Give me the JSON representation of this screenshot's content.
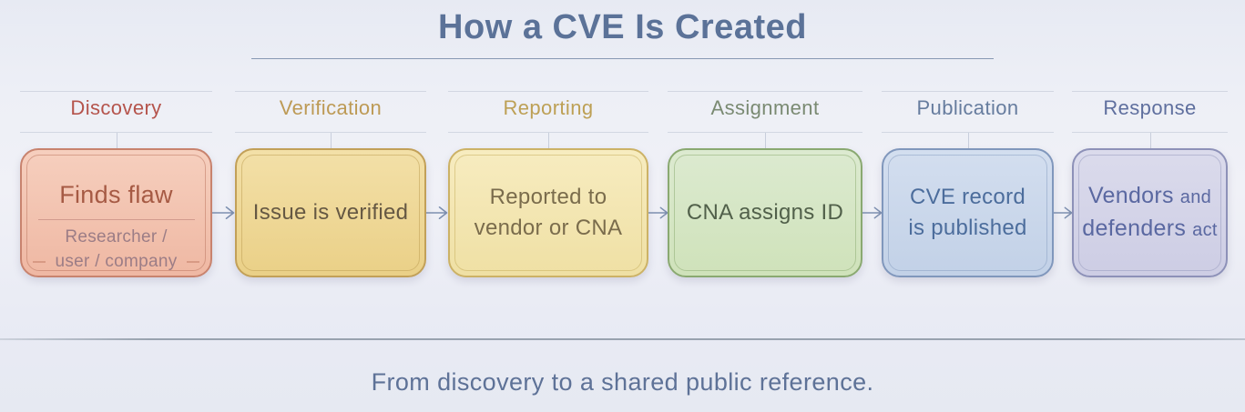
{
  "title": "How a CVE Is Created",
  "caption": "From discovery to a shared public reference.",
  "palette": {
    "background": "#ebeef5",
    "title_text": "#5b7298",
    "title_underline": "#7589a8",
    "caption_text": "#5e7297",
    "arrow": "#7d90b0",
    "divider": "#9aa4b0"
  },
  "stages": [
    {
      "label": "Discovery",
      "line1": "Finds flaw",
      "sub_line1": "Researcher /",
      "sub_line2": "user / company",
      "colors": {
        "label": "#b5544c",
        "fill1": "#f6cfbe",
        "fill2": "#efb8a3",
        "border": "#c8836e",
        "inner": "#bd7a64",
        "text": "#a65a44",
        "sub": "#9c7d86",
        "divider": "#c99184"
      }
    },
    {
      "label": "Verification",
      "line1": "Issue is verified",
      "colors": {
        "label": "#bd9a55",
        "fill1": "#f3e0a8",
        "fill2": "#ead087",
        "border": "#c2a058",
        "inner": "#bfa055",
        "text": "#655843"
      }
    },
    {
      "label": "Reporting",
      "line1": "Reported to",
      "line2": "vendor or CNA",
      "colors": {
        "label": "#bda055",
        "fill1": "#f7ecc0",
        "fill2": "#efe0a4",
        "border": "#ccb266",
        "inner": "#c9b061",
        "text": "#7a6c4c"
      }
    },
    {
      "label": "Assignment",
      "line1": "CNA assigns ID",
      "colors": {
        "label": "#7a8a72",
        "fill1": "#dcead0",
        "fill2": "#cfe2ba",
        "border": "#8aa971",
        "inner": "#8fae77",
        "text": "#51604a"
      }
    },
    {
      "label": "Publication",
      "line1": "CVE record",
      "line2": "is published",
      "colors": {
        "label": "#667c9e",
        "fill1": "#d3deef",
        "fill2": "#c2d1e7",
        "border": "#8097bc",
        "inner": "#8aa0c2",
        "text": "#4c6d9c"
      }
    },
    {
      "label": "Response",
      "word1": "Vendors",
      "word2": "and",
      "word3": "defenders",
      "word4": "act",
      "colors": {
        "label": "#5f6f9e",
        "fill1": "#dbdbec",
        "fill2": "#cdcde4",
        "border": "#8d91b8",
        "inner": "#999dc0",
        "text": "#5a68a1"
      }
    }
  ]
}
